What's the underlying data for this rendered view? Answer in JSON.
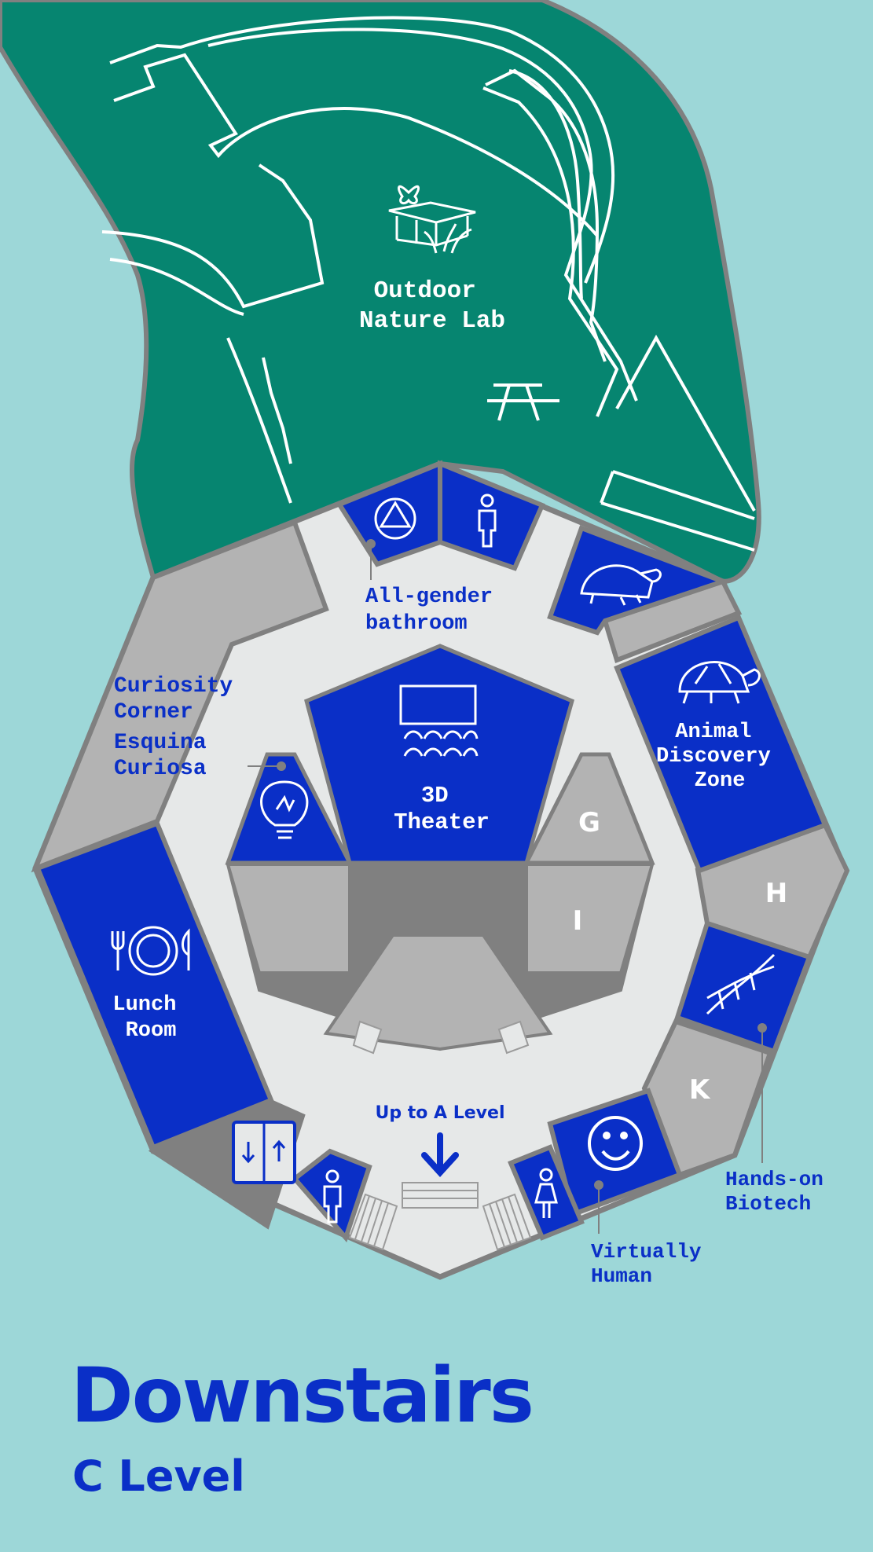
{
  "map": {
    "title": "Downstairs",
    "subtitle": "C Level",
    "areas": {
      "outdoor_lab": [
        "Outdoor",
        "Nature Lab"
      ],
      "theater": [
        "3D",
        "Theater"
      ],
      "animal_zone": [
        "Animal",
        "Discovery",
        "Zone"
      ],
      "lunch_room": [
        "Lunch",
        "Room"
      ],
      "room_g": "G",
      "room_h": "H",
      "room_i": "I",
      "room_k": "K"
    },
    "callouts": {
      "bathroom": [
        "All-gender",
        "bathroom"
      ],
      "curiosity": [
        "Curiosity",
        "Corner",
        "Esquina",
        "Curiosa"
      ],
      "biotech": [
        "Hands-on",
        "Biotech"
      ],
      "virtually_human": [
        "Virtually",
        "Human"
      ],
      "stairs": "Up to A Level"
    },
    "colors": {
      "background": "#9dd7d8",
      "outdoor": "#068570",
      "room_blue": "#0a2fc7",
      "room_gray": "#b3b3b3",
      "hall": "#e6e8e8",
      "wall": "#808080",
      "label": "#0a2fc7"
    }
  }
}
